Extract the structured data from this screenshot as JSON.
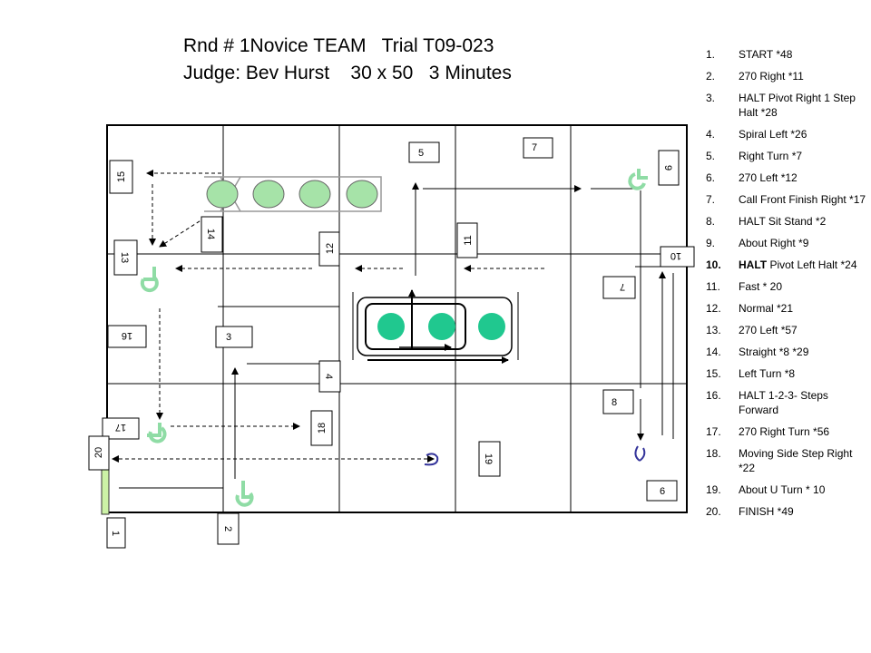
{
  "header": {
    "line1": "Rnd # 1Novice TEAM   Trial T09-023",
    "line2": "Judge: Bev Hurst    30 x 50   3 Minutes"
  },
  "colors": {
    "cone_fill": "#a6e3a8",
    "pylon_fill": "#20c88f",
    "sign_green": "#8fdca5",
    "start_bar": "#ccf2a6",
    "arrow_blue": "#33339a"
  },
  "signs": {
    "s1": "1",
    "s2": "2",
    "s3": "3",
    "s4": "4",
    "s5": "5",
    "s6": "6",
    "s7": "7",
    "s8": "8",
    "s9": "9",
    "s10": "10",
    "s7b": "7",
    "s11": "11",
    "s12": "12",
    "s13": "13",
    "s14": "14",
    "s15": "15",
    "s16": "16",
    "s17": "17",
    "s18": "18",
    "s19": "19",
    "s20": "20"
  },
  "legend": [
    {
      "num": "1.",
      "lead": "",
      "text": "START *48"
    },
    {
      "num": "2.",
      "lead": "",
      "text": "270 Right *11"
    },
    {
      "num": "3.",
      "lead": "",
      "text": "HALT Pivot Right 1 Step Halt *28"
    },
    {
      "num": "4.",
      "lead": "",
      "text": "Spiral Left *26"
    },
    {
      "num": "5.",
      "lead": "",
      "text": "Right Turn *7"
    },
    {
      "num": "6.",
      "lead": "",
      "text": "270 Left *12"
    },
    {
      "num": "7.",
      "lead": "",
      "text": "Call Front Finish Right *17"
    },
    {
      "num": "8.",
      "lead": "",
      "text": "HALT Sit Stand *2"
    },
    {
      "num": "9.",
      "lead": "",
      "text": "About Right *9"
    },
    {
      "num": "10.",
      "lead": "HALT",
      "text": " Pivot Left Halt *24"
    },
    {
      "num": "11.",
      "lead": "",
      "text": "Fast  * 20"
    },
    {
      "num": "12.",
      "lead": "",
      "text": "Normal *21"
    },
    {
      "num": "13.",
      "lead": "",
      "text": "270 Left  *57"
    },
    {
      "num": "14.",
      "lead": "",
      "text": "Straight *8 *29"
    },
    {
      "num": "15.",
      "lead": "",
      "text": "Left Turn *8"
    },
    {
      "num": "16.",
      "lead": "",
      "text": "HALT 1-2-3- Steps Forward"
    },
    {
      "num": "17.",
      "lead": "",
      "text": "270 Right Turn *56"
    },
    {
      "num": "18.",
      "lead": "",
      "text": "Moving Side Step Right *22"
    },
    {
      "num": "19.",
      "lead": "",
      "text": "About U Turn * 10"
    },
    {
      "num": "20.",
      "lead": "",
      "text": "FINISH *49"
    }
  ]
}
